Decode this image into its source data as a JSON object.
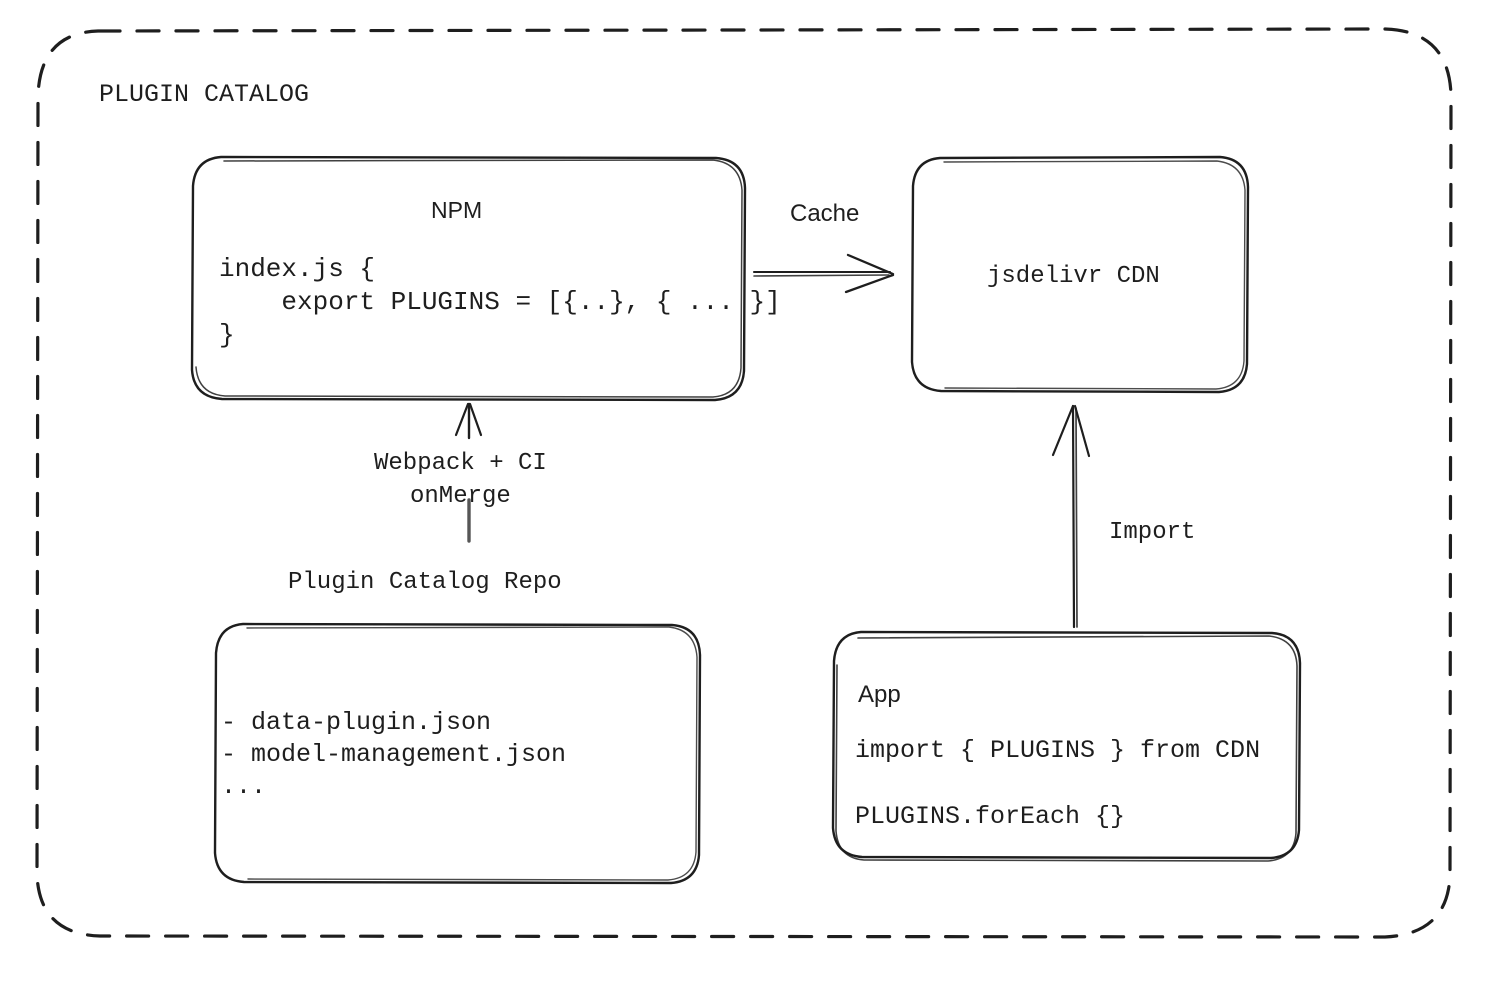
{
  "diagram": {
    "group": {
      "title": "PLUGIN CATALOG",
      "border_style": "dashed",
      "stroke_color": "#1e1e1e"
    },
    "background_color": "#ffffff",
    "stroke_color": "#1e1e1e",
    "nodes": [
      {
        "id": "npm",
        "title": "NPM",
        "lines": [
          "index.js {",
          "    export PLUGINS = [{..}, { ... }]",
          "}"
        ],
        "code": "index.js {\n    export PLUGINS = [{..}, { ... }]\n}"
      },
      {
        "id": "jsdelivr-cdn",
        "title": "jsdelivr CDN",
        "lines": []
      },
      {
        "id": "plugin-catalog-repo",
        "caption": "Plugin Catalog Repo",
        "lines": [
          "- data-plugin.json",
          "- model-management.json",
          "..."
        ],
        "code": "- data-plugin.json\n- model-management.json\n..."
      },
      {
        "id": "app",
        "title": "App",
        "code_1": "import { PLUGINS } from CDN",
        "code_2": "PLUGINS.forEach {}"
      }
    ],
    "edges": [
      {
        "id": "npm-to-cdn",
        "label": "Cache",
        "from": "npm",
        "to": "jsdelivr-cdn",
        "direction": "right"
      },
      {
        "id": "repo-to-npm",
        "label": "Webpack + CI\nonMerge",
        "label_line_1": "Webpack + CI",
        "label_line_2": "onMerge",
        "from": "plugin-catalog-repo",
        "to": "npm",
        "direction": "up"
      },
      {
        "id": "app-to-cdn",
        "label": "Import",
        "from": "app",
        "to": "jsdelivr-cdn",
        "direction": "up"
      }
    ]
  }
}
